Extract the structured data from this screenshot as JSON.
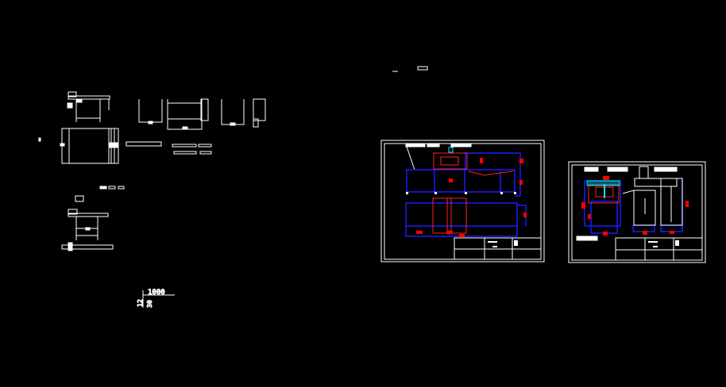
{
  "drawing": {
    "background_color": "#000000",
    "line_color": "#ffffff",
    "accent_blue": "#1a1aff",
    "accent_red": "#ff0000",
    "accent_cyan": "#00e5ff"
  },
  "dimensions": {
    "horizontal": "1000",
    "vertical_a": "12",
    "vertical_b": "30"
  }
}
